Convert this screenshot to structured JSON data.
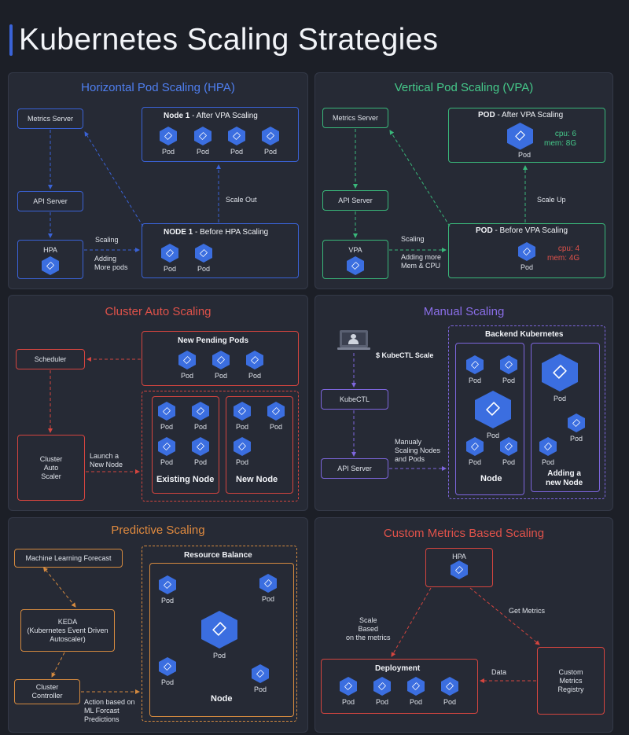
{
  "page": {
    "title": "Kubernetes Scaling Strategies"
  },
  "pod_label": "Pod",
  "hpa": {
    "title": "Horizontal Pod Scaling (HPA)",
    "metrics_server": "Metrics Server",
    "api_server": "API Server",
    "hpa": "HPA",
    "node_after_bold": "Node 1",
    "node_after_rest": " - After VPA Scaling",
    "node_before_bold": "NODE 1",
    "node_before_rest": " - Before HPA Scaling",
    "scale_out": "Scale Out",
    "scaling": "Scaling",
    "adding": "Adding",
    "more_pods": "More pods"
  },
  "vpa": {
    "title": "Vertical Pod Scaling (VPA)",
    "metrics_server": "Metrics Server",
    "api_server": "API Server",
    "vpa": "VPA",
    "pod_after_bold": "POD",
    "pod_after_rest": " - After VPA Scaling",
    "pod_before_bold": "POD",
    "pod_before_rest": " - Before VPA Scaling",
    "after_cpu": "cpu: 6",
    "after_mem": "mem: 8G",
    "before_cpu": "cpu: 4",
    "before_mem": "mem: 4G",
    "scale_up": "Scale Up",
    "scaling": "Scaling",
    "adding_more": "Adding more",
    "mem_cpu": "Mem & CPU"
  },
  "cluster": {
    "title": "Cluster Auto Scaling",
    "scheduler": "Scheduler",
    "autoscaler_l1": "Cluster",
    "autoscaler_l2": "Auto",
    "autoscaler_l3": "Scaler",
    "pending": "New Pending Pods",
    "existing": "Existing Node",
    "new_node": "New Node",
    "launch_l1": "Launch a",
    "launch_l2": "New Node"
  },
  "manual": {
    "title": "Manual Scaling",
    "cmd": "$ KubeCTL Scale",
    "kubectl": "KubeCTL",
    "api_server": "API Server",
    "backend": "Backend Kubernetes",
    "node": "Node",
    "adding_l1": "Adding a",
    "adding_l2": "new Node",
    "note_l1": "Manualy",
    "note_l2": "Scaling Nodes",
    "note_l3": "and Pods"
  },
  "predictive": {
    "title": "Predictive Scaling",
    "ml": "Machine Learning Forecast",
    "keda_l1": "KEDA",
    "keda_l2": "(Kubernetes Event Driven",
    "keda_l3": "Autoscaler)",
    "controller_l1": "Cluster",
    "controller_l2": "Controller",
    "resource": "Resource Balance",
    "node": "Node",
    "action_l1": "Action based on",
    "action_l2": "ML Forcast",
    "action_l3": "Predictions"
  },
  "custom": {
    "title": "Custom Metrics Based Scaling",
    "hpa": "HPA",
    "deployment": "Deployment",
    "registry_l1": "Custom",
    "registry_l2": "Metrics",
    "registry_l3": "Registry",
    "get_metrics": "Get Metrics",
    "data": "Data",
    "scale_l1": "Scale",
    "scale_l2": "Based",
    "scale_l3": "on the metrics"
  },
  "colors": {
    "blue": "#3a62d6",
    "green": "#39b77a",
    "red": "#d5453f",
    "orange": "#d58a3f",
    "purple": "#7d66dd",
    "pod": "#3b6ee0"
  },
  "icons": [
    "pod-icon",
    "laptop-icon"
  ]
}
